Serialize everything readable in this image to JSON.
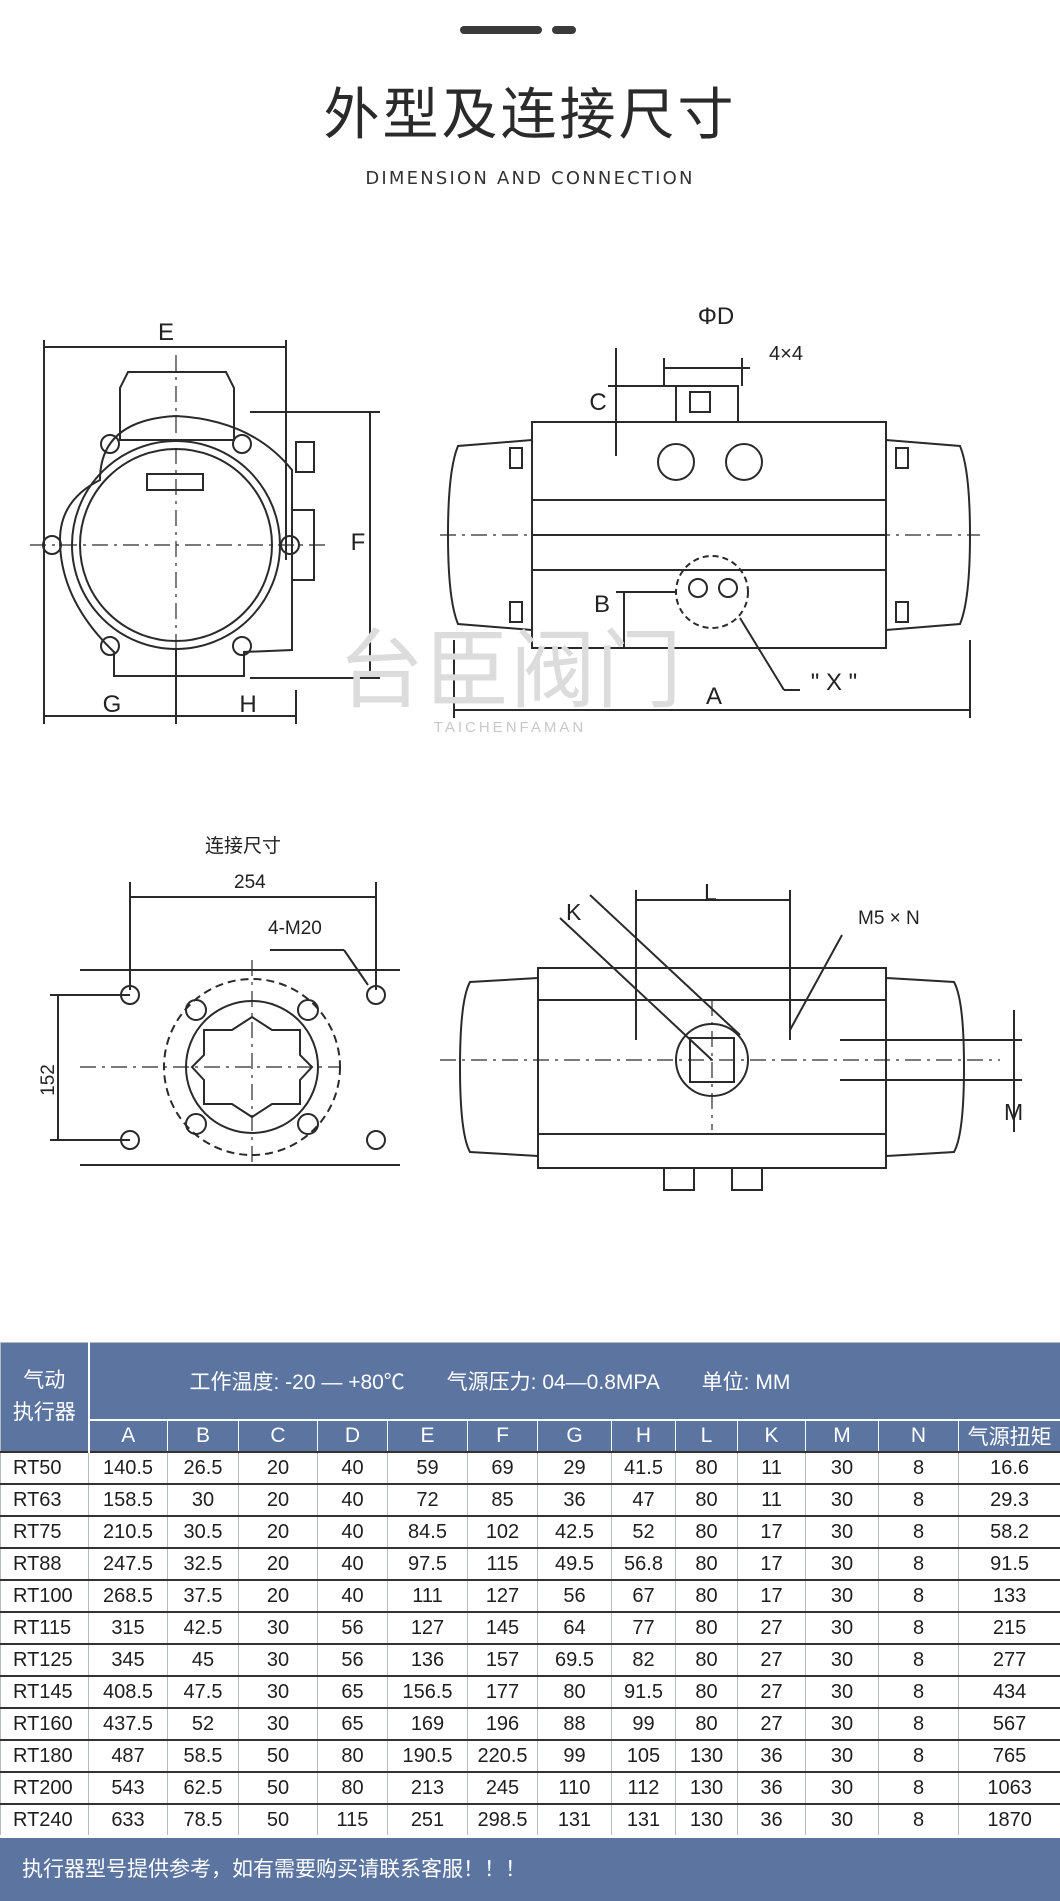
{
  "header": {
    "title_cn": "外型及连接尺寸",
    "title_en": "DIMENSION AND CONNECTION"
  },
  "drawing": {
    "labels_top": [
      "E",
      "F",
      "G",
      "H",
      "ΦD",
      "4×4",
      "C",
      "B",
      "A",
      "\" X \""
    ],
    "connection_title": "连接尺寸",
    "dim_254": "254",
    "dim_152": "152",
    "bolt_label": "4-M20",
    "labels_bottom": [
      "K",
      "L",
      "M5 × N",
      "M"
    ],
    "watermark_cn": "台臣阀门",
    "watermark_en": "TAICHENFAMAN"
  },
  "spec": {
    "row_header": [
      "气动",
      "执行器"
    ],
    "temp": "工作温度: -20 — +80℃",
    "pressure": "气源压力: 04—0.8MPA",
    "unit": "单位: MM"
  },
  "table": {
    "columns": [
      "A",
      "B",
      "C",
      "D",
      "E",
      "F",
      "G",
      "H",
      "L",
      "K",
      "M",
      "N",
      "气源扭矩"
    ],
    "rows": [
      [
        "RT50",
        "140.5",
        "26.5",
        "20",
        "40",
        "59",
        "69",
        "29",
        "41.5",
        "80",
        "11",
        "30",
        "8",
        "16.6"
      ],
      [
        "RT63",
        "158.5",
        "30",
        "20",
        "40",
        "72",
        "85",
        "36",
        "47",
        "80",
        "11",
        "30",
        "8",
        "29.3"
      ],
      [
        "RT75",
        "210.5",
        "30.5",
        "20",
        "40",
        "84.5",
        "102",
        "42.5",
        "52",
        "80",
        "17",
        "30",
        "8",
        "58.2"
      ],
      [
        "RT88",
        "247.5",
        "32.5",
        "20",
        "40",
        "97.5",
        "115",
        "49.5",
        "56.8",
        "80",
        "17",
        "30",
        "8",
        "91.5"
      ],
      [
        "RT100",
        "268.5",
        "37.5",
        "20",
        "40",
        "111",
        "127",
        "56",
        "67",
        "80",
        "17",
        "30",
        "8",
        "133"
      ],
      [
        "RT115",
        "315",
        "42.5",
        "30",
        "56",
        "127",
        "145",
        "64",
        "77",
        "80",
        "27",
        "30",
        "8",
        "215"
      ],
      [
        "RT125",
        "345",
        "45",
        "30",
        "56",
        "136",
        "157",
        "69.5",
        "82",
        "80",
        "27",
        "30",
        "8",
        "277"
      ],
      [
        "RT145",
        "408.5",
        "47.5",
        "30",
        "65",
        "156.5",
        "177",
        "80",
        "91.5",
        "80",
        "27",
        "30",
        "8",
        "434"
      ],
      [
        "RT160",
        "437.5",
        "52",
        "30",
        "65",
        "169",
        "196",
        "88",
        "99",
        "80",
        "27",
        "30",
        "8",
        "567"
      ],
      [
        "RT180",
        "487",
        "58.5",
        "50",
        "80",
        "190.5",
        "220.5",
        "99",
        "105",
        "130",
        "36",
        "30",
        "8",
        "765"
      ],
      [
        "RT200",
        "543",
        "62.5",
        "50",
        "80",
        "213",
        "245",
        "110",
        "112",
        "130",
        "36",
        "30",
        "8",
        "1063"
      ],
      [
        "RT240",
        "633",
        "78.5",
        "50",
        "115",
        "251",
        "298.5",
        "131",
        "131",
        "130",
        "36",
        "30",
        "8",
        "1870"
      ]
    ]
  },
  "footer": {
    "note": "执行器型号提供参考，如有需要购买请联系客服！！！"
  }
}
